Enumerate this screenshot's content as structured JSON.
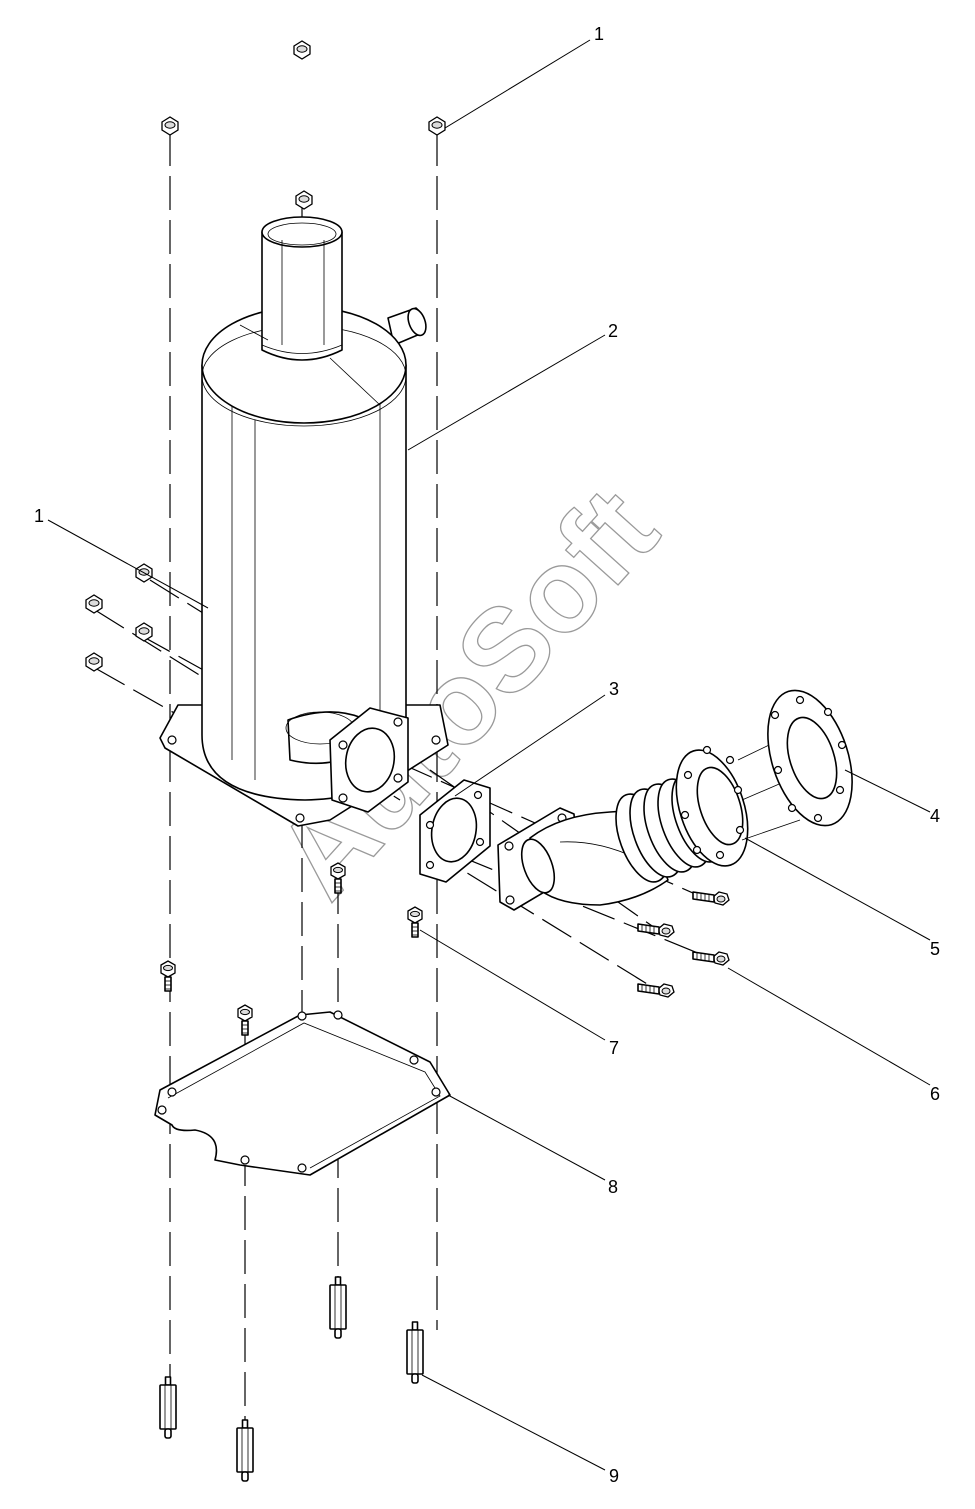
{
  "watermark": "AutoSoft",
  "callouts": [
    {
      "id": "c1-top",
      "label": "1"
    },
    {
      "id": "c2",
      "label": "2"
    },
    {
      "id": "c1-left",
      "label": "1"
    },
    {
      "id": "c3",
      "label": "3"
    },
    {
      "id": "c4",
      "label": "4"
    },
    {
      "id": "c5",
      "label": "5"
    },
    {
      "id": "c6",
      "label": "6"
    },
    {
      "id": "c7",
      "label": "7"
    },
    {
      "id": "c8",
      "label": "8"
    },
    {
      "id": "c9",
      "label": "9"
    }
  ],
  "icons": [
    "hex-nut-icon",
    "flange-bolt-icon",
    "hex-standoff-icon",
    "muffler-icon",
    "gasket-icon",
    "elbow-pipe-icon",
    "mounting-plate-icon"
  ]
}
